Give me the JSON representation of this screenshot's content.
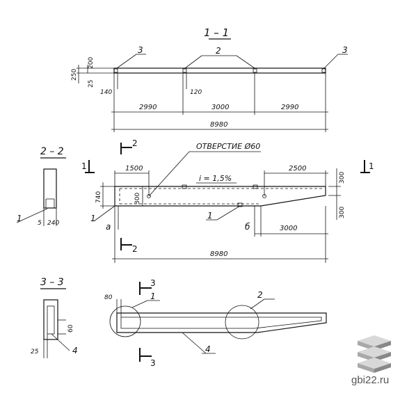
{
  "sections": {
    "s11": {
      "title": "1 – 1",
      "callout3a": "3",
      "callout2": "2",
      "callout3b": "3",
      "h250": "250",
      "h200": "200",
      "h25": "25",
      "d140": "140",
      "d120": "120",
      "d2990a": "2990",
      "d3000": "3000",
      "d2990b": "2990",
      "d8980": "8980"
    },
    "s22": {
      "title": "2 – 2",
      "callout1": "1",
      "d5": "5",
      "d240": "240"
    },
    "s33": {
      "title": "3 – 3",
      "d60": "60",
      "d25": "25",
      "callout4": "4"
    }
  },
  "elevation": {
    "hole": "ОТВЕРСТИЕ Ø60",
    "slope": "i = 1,5%",
    "d1500": "1500",
    "d2500": "2500",
    "d740": "740",
    "d300a": "300",
    "d300b": "300",
    "d300c": "300",
    "d3000": "3000",
    "d8980": "8980",
    "callout1a": "1",
    "callout1b": "1",
    "mark_a": "а",
    "mark_b": "б",
    "cut1": "1",
    "cut1r": "1",
    "cut2": "2",
    "cut2b": "2"
  },
  "plan": {
    "d80": "80",
    "callout1": "1",
    "callout2": "2",
    "callout4": "4",
    "cut3": "3",
    "cut3b": "3"
  },
  "watermark": "gbi22.ru"
}
